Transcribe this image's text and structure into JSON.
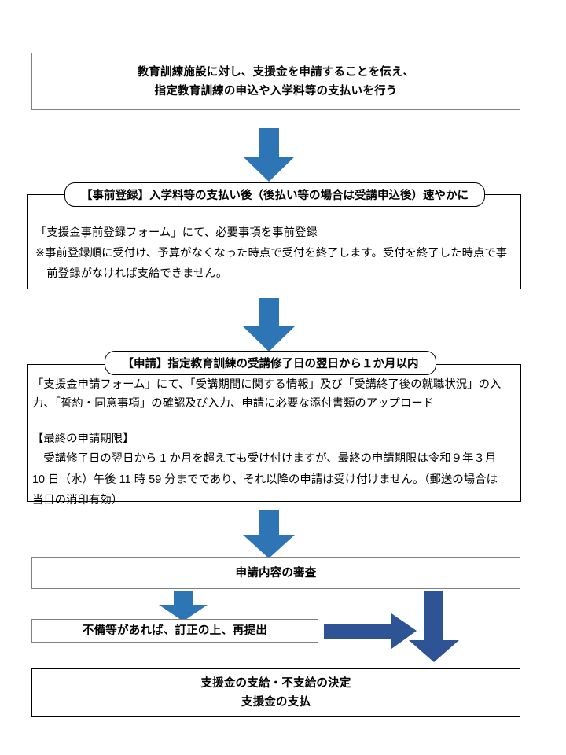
{
  "document": {
    "type": "flowchart",
    "language": "ja",
    "title_implicit": "支援金申請の流れ",
    "colors": {
      "arrow_light_blue": "#2E75B6",
      "arrow_dark_blue": "#2F5496",
      "box_border_gray": "#808080",
      "box_border_black": "#000000",
      "text": "#000000",
      "background": "#FFFFFF"
    }
  },
  "steps": {
    "step1": {
      "name": "notify-institution",
      "lines": [
        "教育訓練施設に対し、支援金を申請することを伝え、",
        "指定教育訓練の申込や入学料等の支払いを行う"
      ]
    },
    "step2": {
      "name": "pre-registration",
      "tab_label": "【事前登録】入学料等の支払い後（後払い等の場合は受講申込後）速やかに",
      "body": "「支援金事前登録フォーム」にて、必要事項を事前登録\n※事前登録順に受付け、予算がなくなった時点で受付を終了します。受付を終了した時点で事\n　前登録がなければ支給できません。"
    },
    "step3": {
      "name": "application",
      "tab_label": "【申請】指定教育訓練の受講修了日の翌日から１か月以内",
      "body_top": "「支援金申請フォーム」にて、「受講期間に関する情報」及び「受講終了後の就職状況」の入\n力、「誓約・同意事項」の確認及び入力、申請に必要な添付書類のアップロード",
      "deadline_heading": "【最終の申請期限】",
      "deadline_body": "　受講修了日の翌日から 1 か月を超えても受け付けますが、最終の申請期限は令和９年３月\n10 日（水）午後 11 時 59 分までであり、それ以降の申請は受け付けません。（郵送の場合は\n当日の消印有効）"
    },
    "step4": {
      "name": "review",
      "lines": [
        "申請内容の審査"
      ]
    },
    "step5": {
      "name": "resubmit",
      "lines": [
        "不備等があれば、訂正の上、再提出"
      ]
    },
    "step6": {
      "name": "decision-payment",
      "lines": [
        "支援金の支給・不支給の決定",
        "支援金の支払"
      ]
    }
  },
  "connectors": [
    {
      "name": "arrow-step1-to-step2",
      "direction": "down",
      "color": "#2E75B6"
    },
    {
      "name": "arrow-step2-to-step3",
      "direction": "down",
      "color": "#2E75B6"
    },
    {
      "name": "arrow-step3-to-step4",
      "direction": "down",
      "color": "#2E75B6"
    },
    {
      "name": "arrow-step4-to-step5",
      "direction": "down",
      "color": "#2E75B6"
    },
    {
      "name": "arrow-step5-to-right",
      "direction": "right",
      "color": "#2F5496"
    },
    {
      "name": "arrow-step4-to-step6",
      "direction": "down",
      "color": "#2F5496"
    }
  ]
}
